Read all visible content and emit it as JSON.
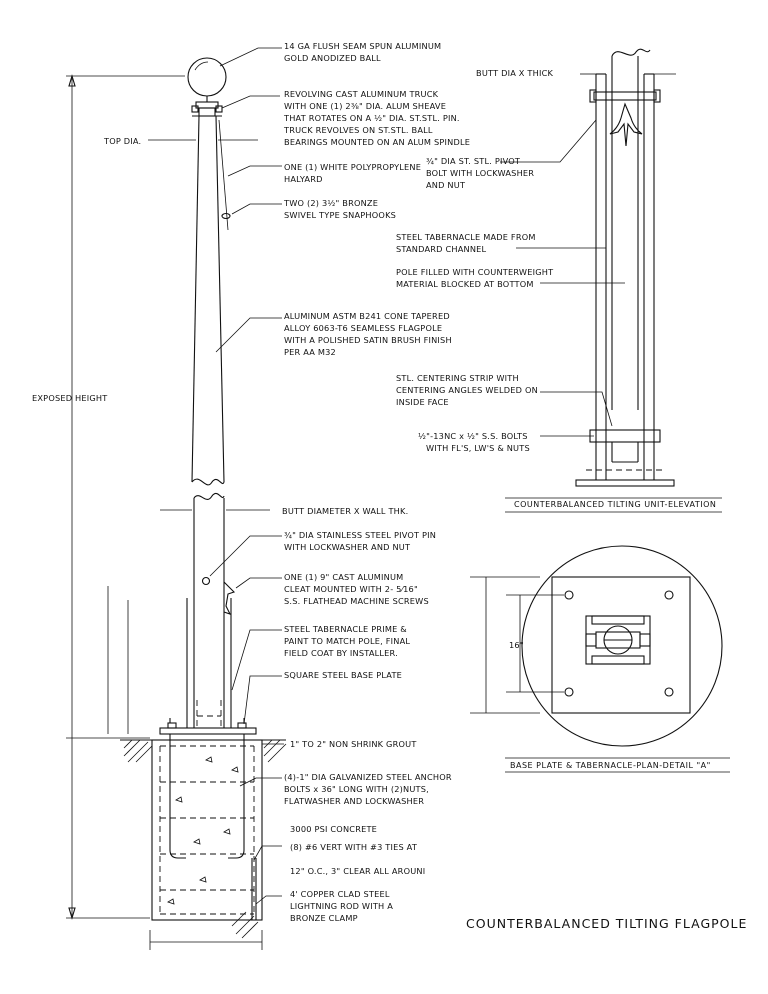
{
  "labels": {
    "ball": [
      "14 GA FLUSH SEAM SPUN ALUMINUM",
      "GOLD ANODIZED BALL"
    ],
    "truck": [
      "REVOLVING CAST ALUMINUM TRUCK",
      "WITH ONE (1) 2⅜\" DIA. ALUM SHEAVE",
      "THAT ROTATES ON A ½\" DIA. ST.STL. PIN.",
      "TRUCK REVOLVES ON ST.STL. BALL",
      "BEARINGS MOUNTED ON AN ALUM SPINDLE"
    ],
    "top_dia": "TOP DIA.",
    "halyard": [
      "ONE (1) WHITE POLYPROPYLENE",
      "HALYARD"
    ],
    "snaphooks": [
      "TWO (2) 3½\" BRONZE",
      "SWIVEL TYPE SNAPHOOKS"
    ],
    "pole": [
      "ALUMINUM ASTM B241 CONE TAPERED",
      "ALLOY 6063-T6 SEAMLESS FLAGPOLE",
      "WITH A POLISHED SATIN BRUSH FINISH",
      "PER AA M32"
    ],
    "exposed_height": "EXPOSED HEIGHT",
    "butt_wall": "BUTT DIAMETER X WALL THK.",
    "pivot_pin": [
      "¾\" DIA STAINLESS STEEL PIVOT PIN",
      "WITH LOCKWASHER AND NUT"
    ],
    "cleat": [
      "ONE (1) 9\" CAST ALUMINUM",
      "CLEAT MOUNTED WITH 2- 5⁄16\"",
      "S.S. FLATHEAD MACHINE SCREWS"
    ],
    "tabernacle_prime": [
      "STEEL TABERNACLE PRIME &",
      "PAINT TO MATCH POLE, FINAL",
      "FIELD COAT BY INSTALLER."
    ],
    "base_plate": "SQUARE STEEL BASE PLATE",
    "grout": "1\" TO 2\" NON SHRINK GROUT",
    "anchor_bolts": [
      "(4)-1\" DIA GALVANIZED STEEL ANCHOR",
      "BOLTS x 36\" LONG WITH (2)NUTS,",
      "FLATWASHER AND LOCKWASHER"
    ],
    "concrete": "3000 PSI CONCRETE",
    "rebar": [
      "(8) #6 VERT WITH #3 TIES AT",
      "12\" O.C., 3\" CLEAR ALL AROUNI"
    ],
    "lightning_rod": [
      "4' COPPER CLAD STEEL",
      "LIGHTNING ROD WITH A",
      "BRONZE CLAMP"
    ],
    "butt_dia_thick": "BUTT DIA X THICK",
    "pivot_bolt": [
      "¾\" DIA ST. STL. PIVOT",
      "BOLT WITH LOCKWASHER",
      "AND NUT"
    ],
    "tabernacle_channel": [
      "STEEL TABERNACLE MADE FROM",
      "STANDARD          CHANNEL"
    ],
    "counterweight": [
      "POLE FILLED WITH COUNTERWEIGHT",
      "MATERIAL BLOCKED AT BOTTOM"
    ],
    "centering_strip": [
      "STL. CENTERING STRIP WITH",
      "CENTERING ANGLES WELDED ON",
      "INSIDE FACE"
    ],
    "ss_bolts": [
      "½\"-13NC x ½\" S.S. BOLTS",
      "WITH FL'S, LW'S & NUTS"
    ],
    "dim_16": "16\""
  },
  "captions": {
    "elevation": "COUNTERBALANCED TILTING UNIT-ELEVATION",
    "plan": "BASE PLATE & TABERNACLE-PLAN-DETAIL \"A\"",
    "title": "COUNTERBALANCED TILTING FLAGPOLE"
  }
}
